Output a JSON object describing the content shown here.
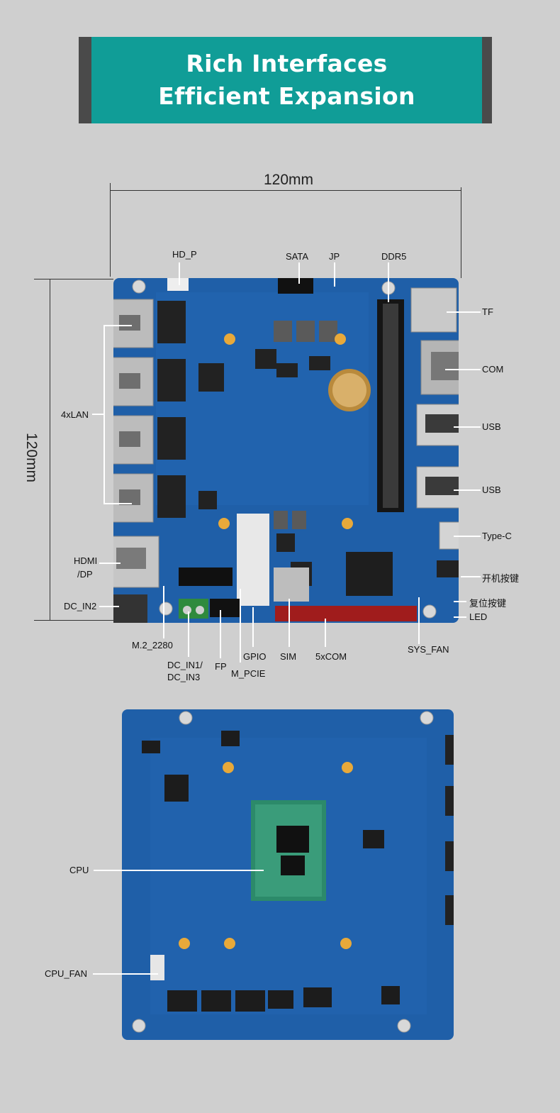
{
  "banner": {
    "line1": "Rich Interfaces",
    "line2": "Efficient Expansion"
  },
  "dimensions": {
    "width": "120mm",
    "height": "120mm"
  },
  "top_board": {
    "labels": {
      "hd_p": "HD_P",
      "sata": "SATA",
      "jp": "JP",
      "ddr5": "DDR5",
      "tf": "TF",
      "com": "COM",
      "usb1": "USB",
      "usb2": "USB",
      "type_c": "Type-C",
      "power_btn": "开机按键",
      "reset_btn": "复位按键",
      "led": "LED",
      "lan": "4xLAN",
      "hdmi": "HDMI",
      "dp": "/DP",
      "dc_in2": "DC_IN2",
      "m2": "M.2_2280",
      "dc_in1": "DC_IN1/",
      "dc_in3": "DC_IN3",
      "fp": "FP",
      "m_pcie": "M_PCIE",
      "gpio": "GPIO",
      "sim": "SIM",
      "com5": "5xCOM",
      "sys_fan": "SYS_FAN"
    }
  },
  "bottom_board": {
    "labels": {
      "cpu": "CPU",
      "cpu_fan": "CPU_FAN"
    }
  },
  "colors": {
    "banner": "#109d97",
    "pcb": "#1f5fa8",
    "background": "#cfcfcf"
  }
}
